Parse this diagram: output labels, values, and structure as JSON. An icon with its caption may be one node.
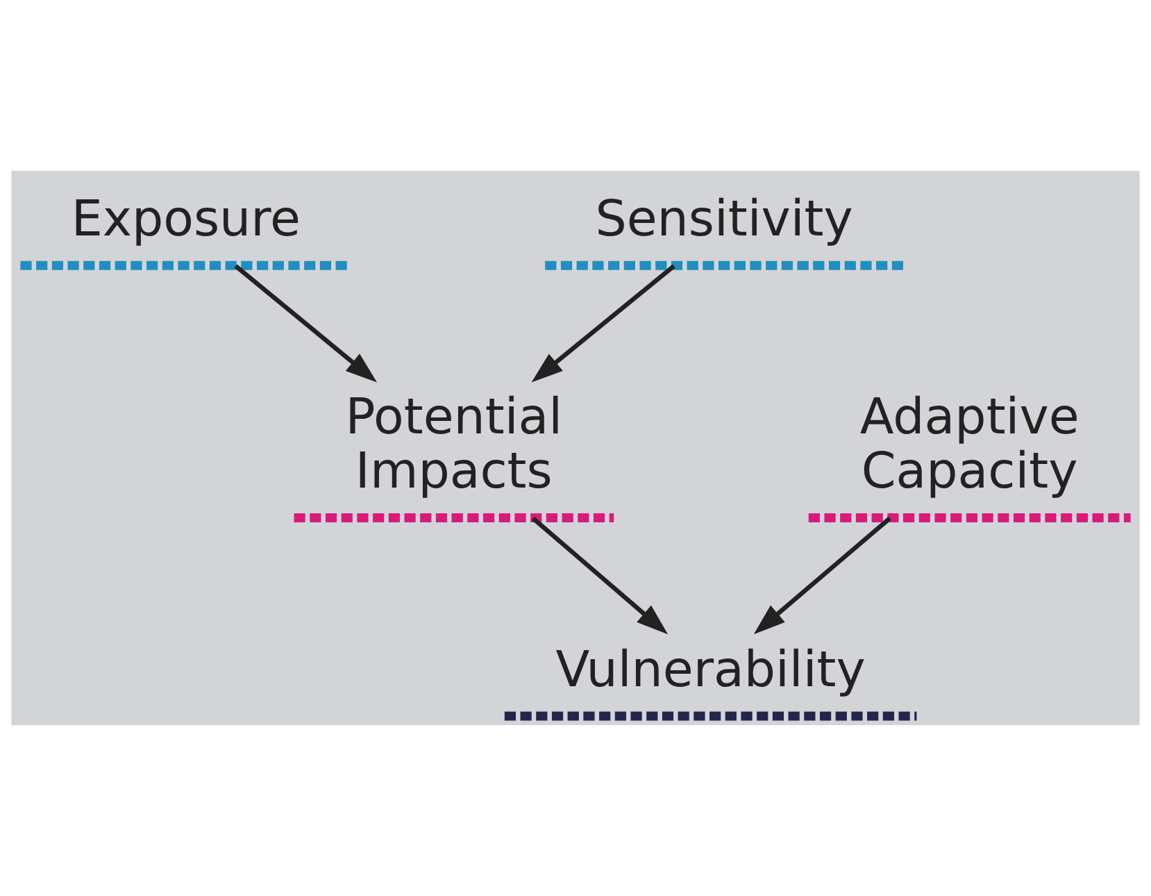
{
  "diagram": {
    "nodes": [
      {
        "text": [
          "Exposure"
        ]
      },
      {
        "text": [
          "Sensitivity"
        ]
      },
      {
        "text": [
          "Potential Impacts"
        ]
      },
      {
        "text": [
          "Adaptive Capacity"
        ]
      },
      {
        "text": [
          "Vulnerability"
        ]
      }
    ],
    "edges": [
      {
        "from": 0,
        "to": 2,
        "arrow": "to"
      },
      {
        "from": 1,
        "to": 2,
        "arrow": "to"
      },
      {
        "from": 2,
        "to": 4,
        "arrow": "to"
      },
      {
        "from": 3,
        "to": 4,
        "arrow": "to"
      }
    ]
  }
}
